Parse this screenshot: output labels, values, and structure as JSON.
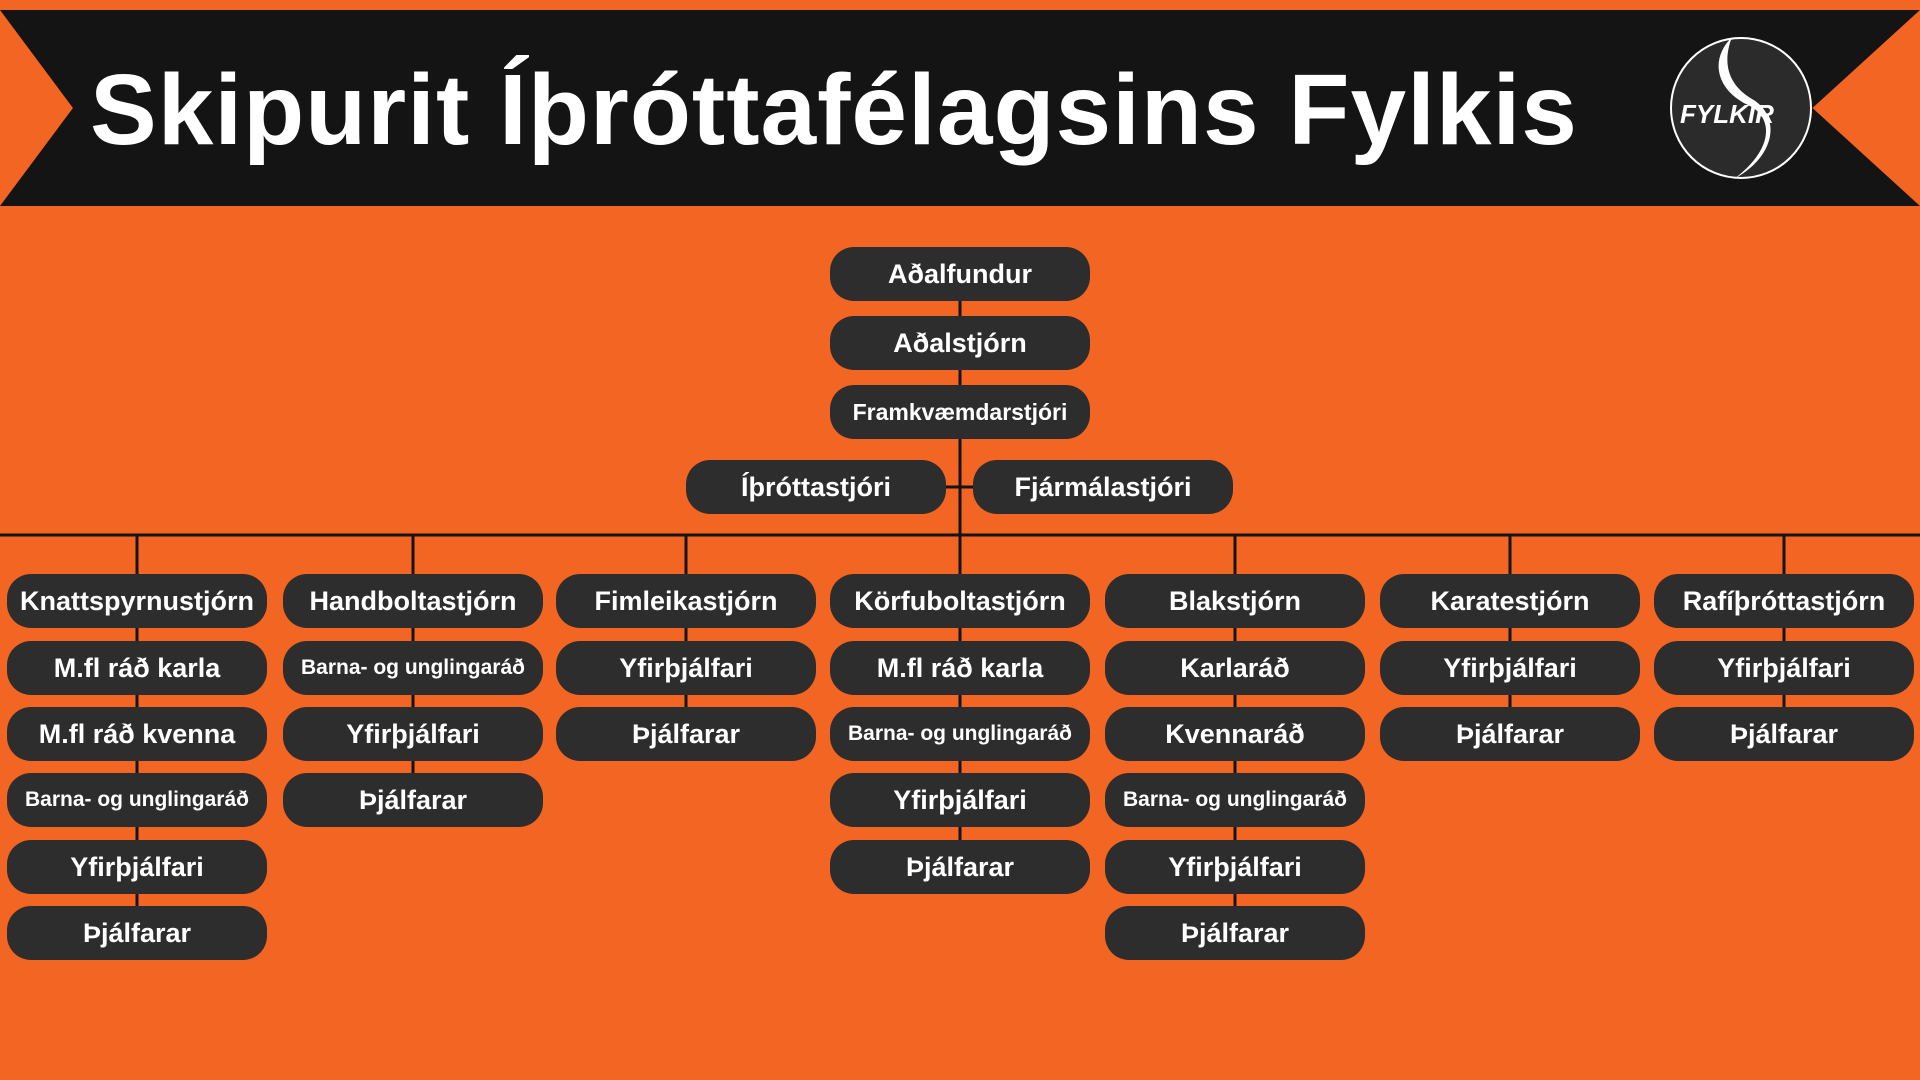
{
  "header": {
    "title": "Skipurit Íþróttafélagsins Fylkis",
    "logo_text": "FYLKIR"
  },
  "colors": {
    "background": "#f26522",
    "banner": "#141414",
    "node": "#2d2d2d",
    "text": "#ffffff",
    "line": "#141414"
  },
  "top_chain": [
    "Aðalfundur",
    "Aðalstjórn",
    "Framkvæmdarstjóri"
  ],
  "managers": [
    "Íþróttastjóri",
    "Fjármálastjóri"
  ],
  "departments": [
    {
      "name": "Knattspyrnustjórn",
      "items": [
        "M.fl ráð karla",
        "M.fl ráð kvenna",
        "Barna- og unglingaráð",
        "Yfirþjálfari",
        "Þjálfarar"
      ]
    },
    {
      "name": "Handboltastjórn",
      "items": [
        "Barna- og unglingaráð",
        "Yfirþjálfari",
        "Þjálfarar"
      ]
    },
    {
      "name": "Fimleikastjórn",
      "items": [
        "Yfirþjálfari",
        "Þjálfarar"
      ]
    },
    {
      "name": "Körfuboltastjórn",
      "items": [
        "M.fl ráð karla",
        "Barna- og unglingaráð",
        "Yfirþjálfari",
        "Þjálfarar"
      ]
    },
    {
      "name": "Blakstjórn",
      "items": [
        "Karlaráð",
        "Kvennaráð",
        "Barna- og unglingaráð",
        "Yfirþjálfari",
        "Þjálfarar"
      ]
    },
    {
      "name": "Karatestjórn",
      "items": [
        "Yfirþjálfari",
        "Þjálfarar"
      ]
    },
    {
      "name": "Rafíþróttastjórn",
      "items": [
        "Yfirþjálfari",
        "Þjálfarar"
      ]
    }
  ]
}
